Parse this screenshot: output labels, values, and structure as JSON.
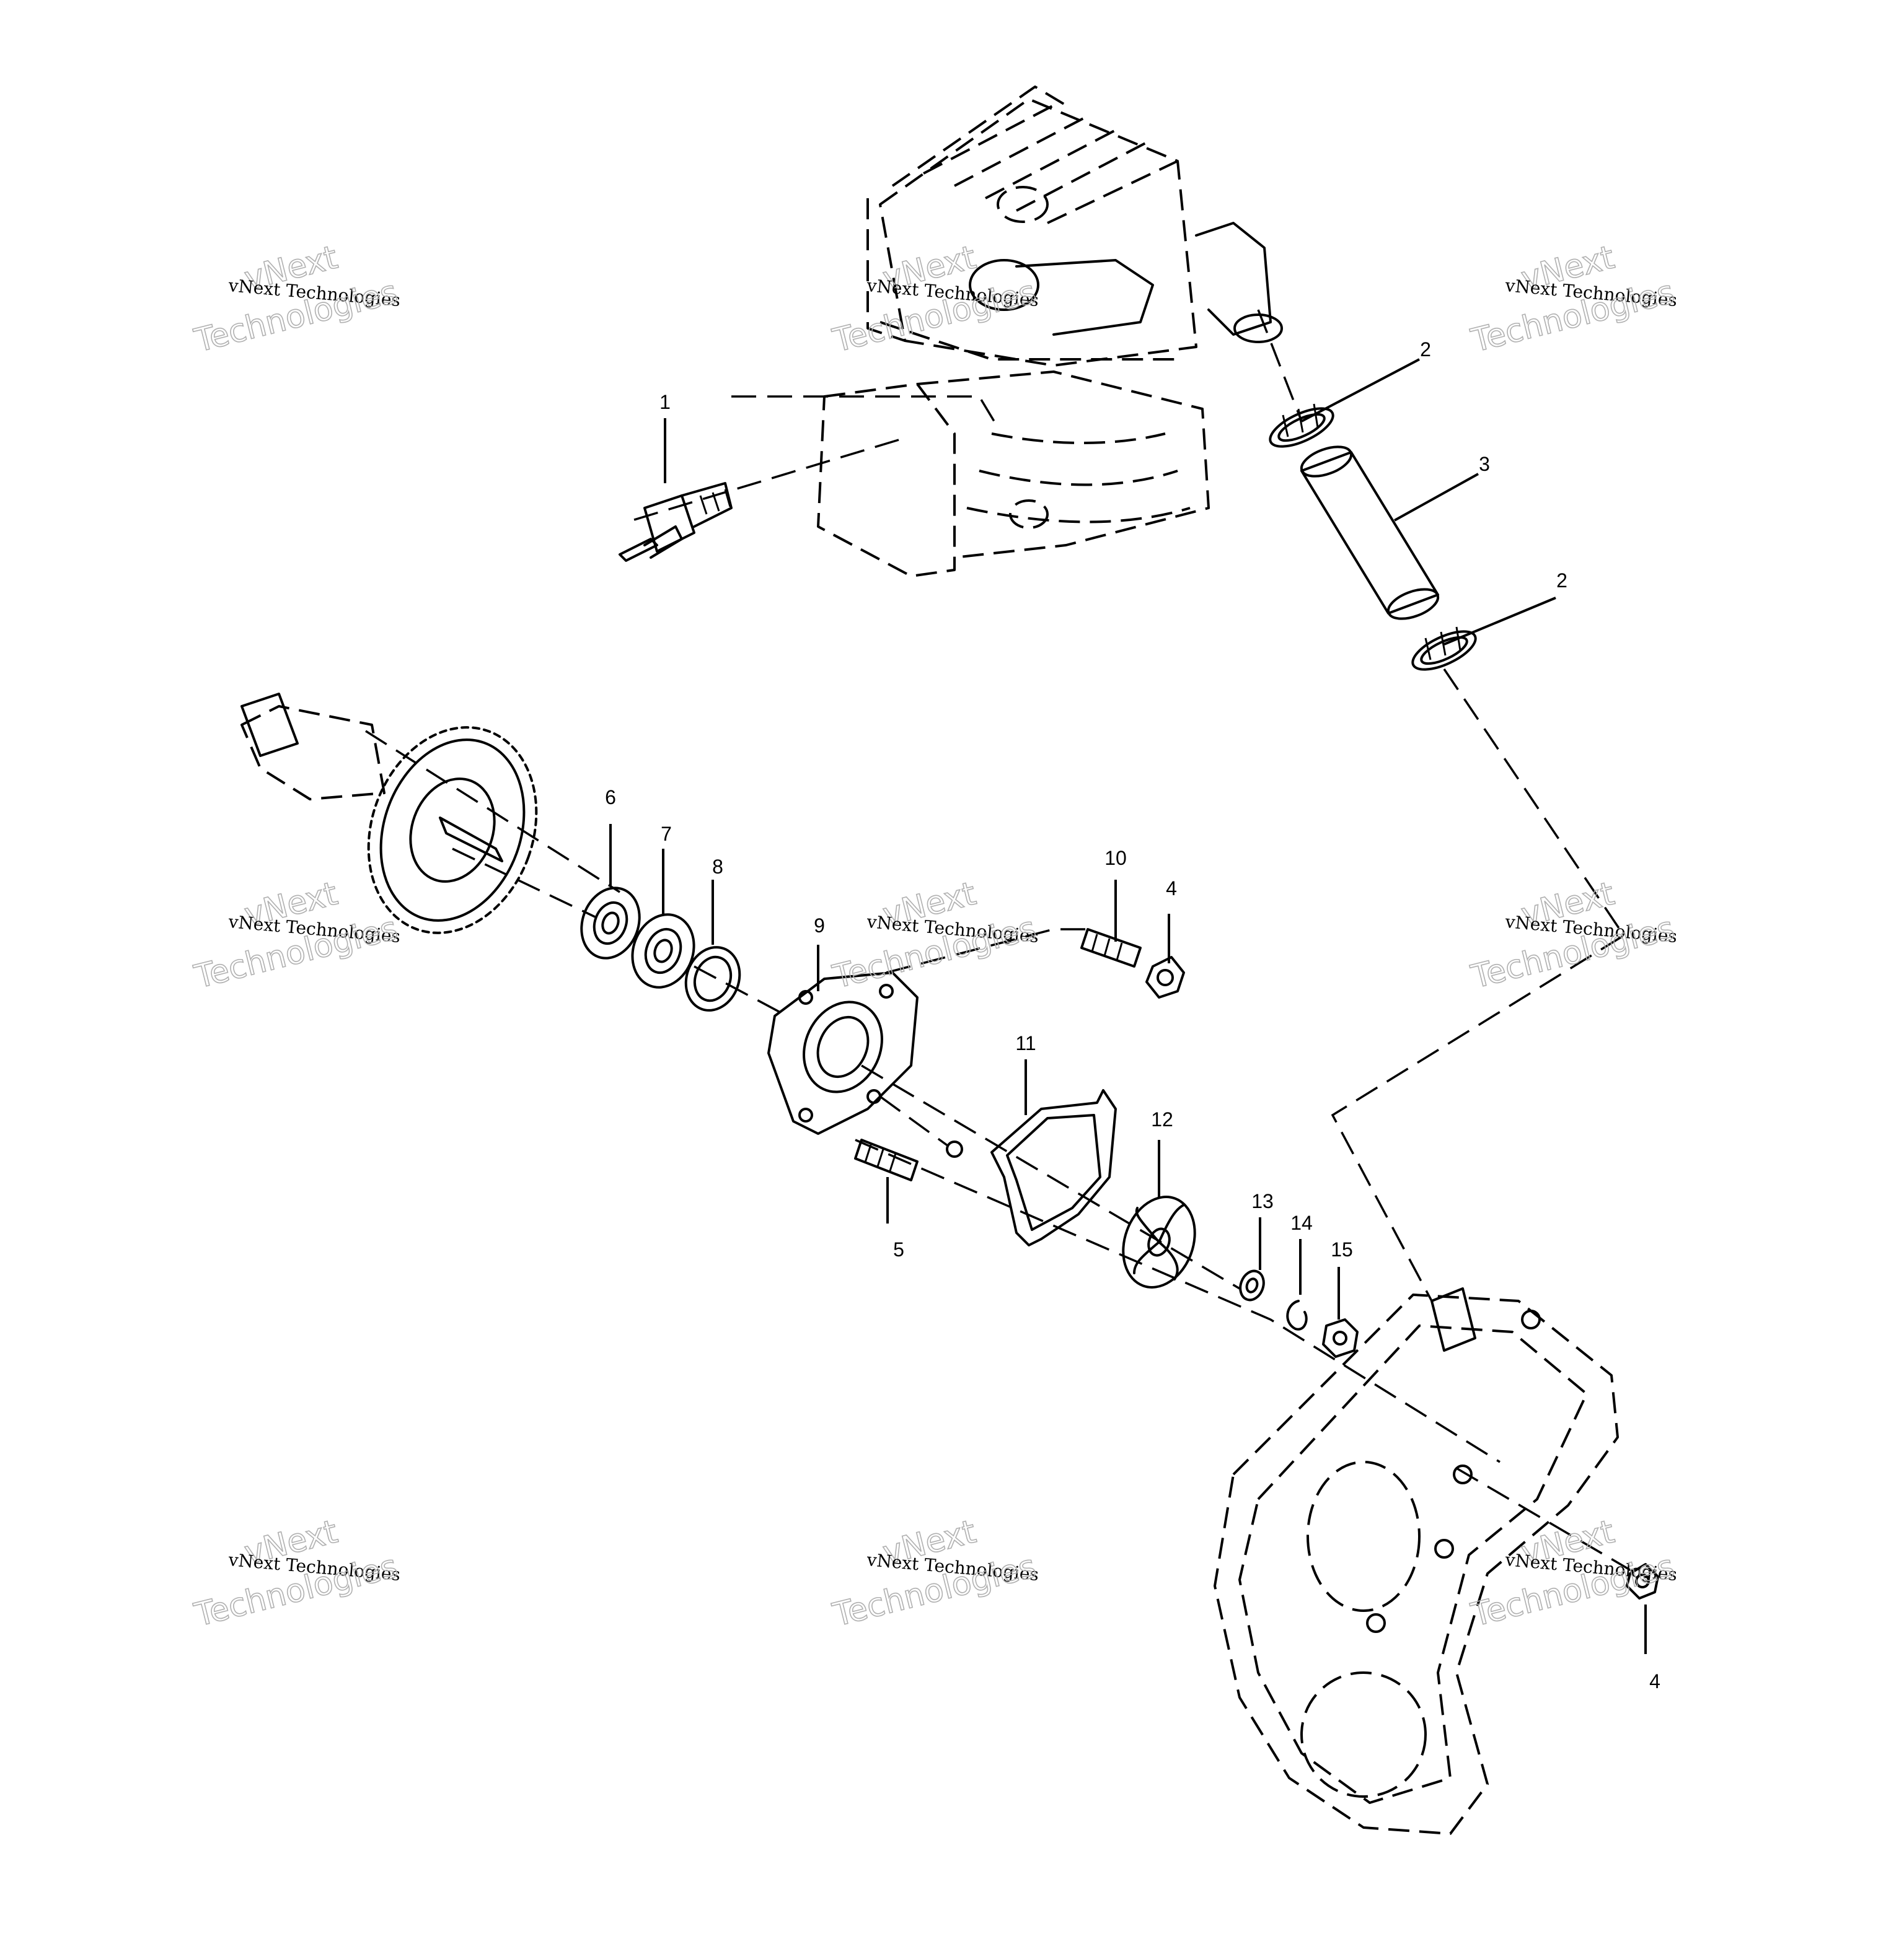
{
  "callouts": {
    "c1": "1",
    "c2a": "2",
    "c2b": "2",
    "c3": "3",
    "c4a": "4",
    "c4b": "4",
    "c5": "5",
    "c6": "6",
    "c7": "7",
    "c8": "8",
    "c9": "9",
    "c10": "10",
    "c11": "11",
    "c12": "12",
    "c13": "13",
    "c14": "14",
    "c15": "15"
  },
  "watermark": {
    "line": "vNext Technologies",
    "word1": "vNext",
    "word2": "Technologies"
  }
}
